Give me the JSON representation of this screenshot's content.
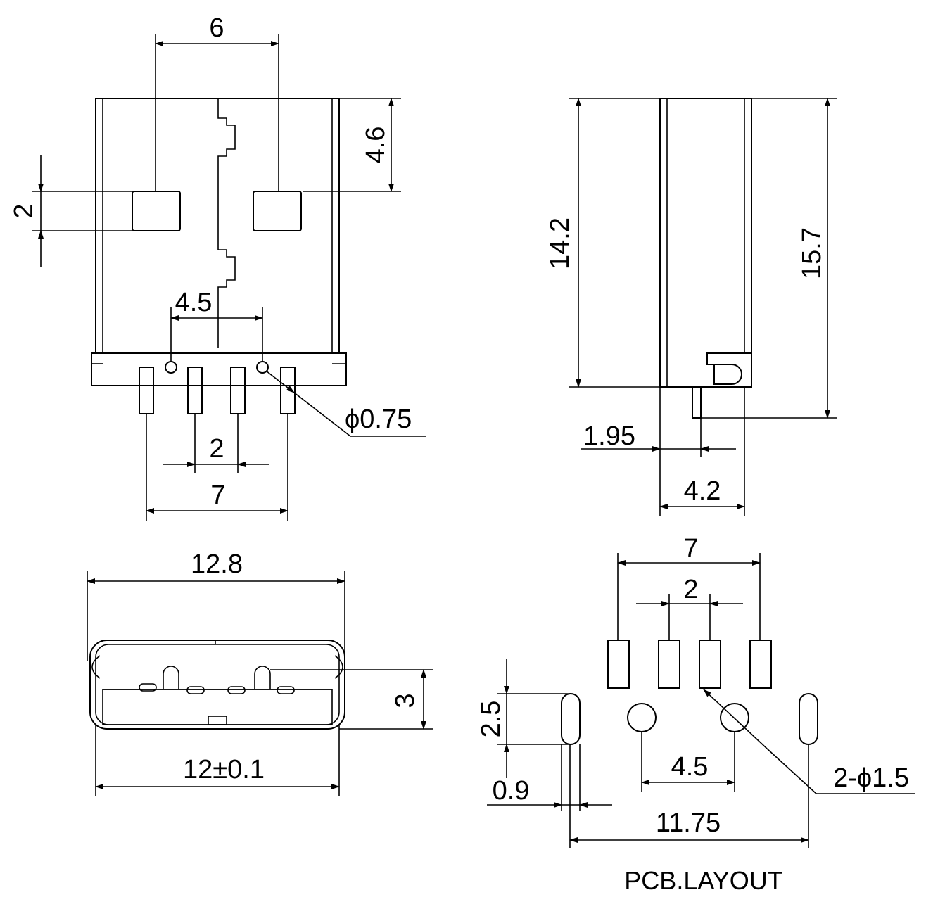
{
  "front_view": {
    "dim_top_width": "6",
    "dim_top_height": "4.6",
    "dim_window_height": "2",
    "dim_hole_spacing": "4.5",
    "dim_pin_pitch": "2",
    "dim_pin_span": "7",
    "dim_hole_diameter": "ϕ0.75"
  },
  "side_view": {
    "dim_body_height": "14.2",
    "dim_total_height": "15.7",
    "dim_pin_offset": "1.95",
    "dim_depth": "4.2"
  },
  "end_view": {
    "dim_outer_width": "12.8",
    "dim_inner_width": "12±0.1",
    "dim_height": "3"
  },
  "pcb_layout": {
    "dim_pad_span": "7",
    "dim_pad_pitch": "2",
    "dim_slot_height": "2.5",
    "dim_slot_width": "0.9",
    "dim_hole_spacing": "4.5",
    "dim_slot_span": "11.75",
    "dim_hole_label": "2-ϕ1.5",
    "caption": "PCB.LAYOUT"
  }
}
